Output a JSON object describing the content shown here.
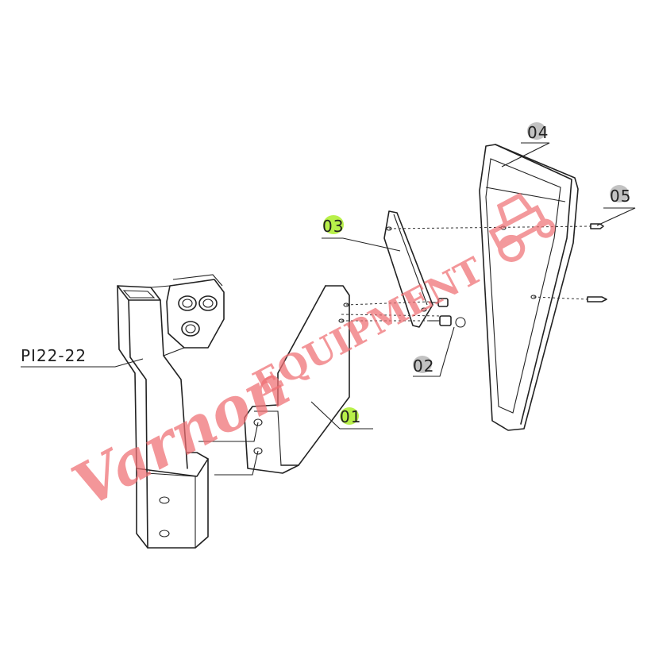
{
  "diagram": {
    "part_label": "PI22-22",
    "callouts": [
      {
        "id": "c01",
        "label": "01",
        "highlighted": true
      },
      {
        "id": "c02",
        "label": "02",
        "highlighted": false
      },
      {
        "id": "c03",
        "label": "03",
        "highlighted": true
      },
      {
        "id": "c04",
        "label": "04",
        "highlighted": false
      },
      {
        "id": "c05",
        "label": "05",
        "highlighted": false
      }
    ],
    "watermark": {
      "brand": "Varnon",
      "tagline": "EQUIPMENT"
    },
    "colors": {
      "line": "#222222",
      "highlight": "#b8f04a",
      "watermark": "#ef6f73",
      "background": "#ffffff"
    }
  }
}
